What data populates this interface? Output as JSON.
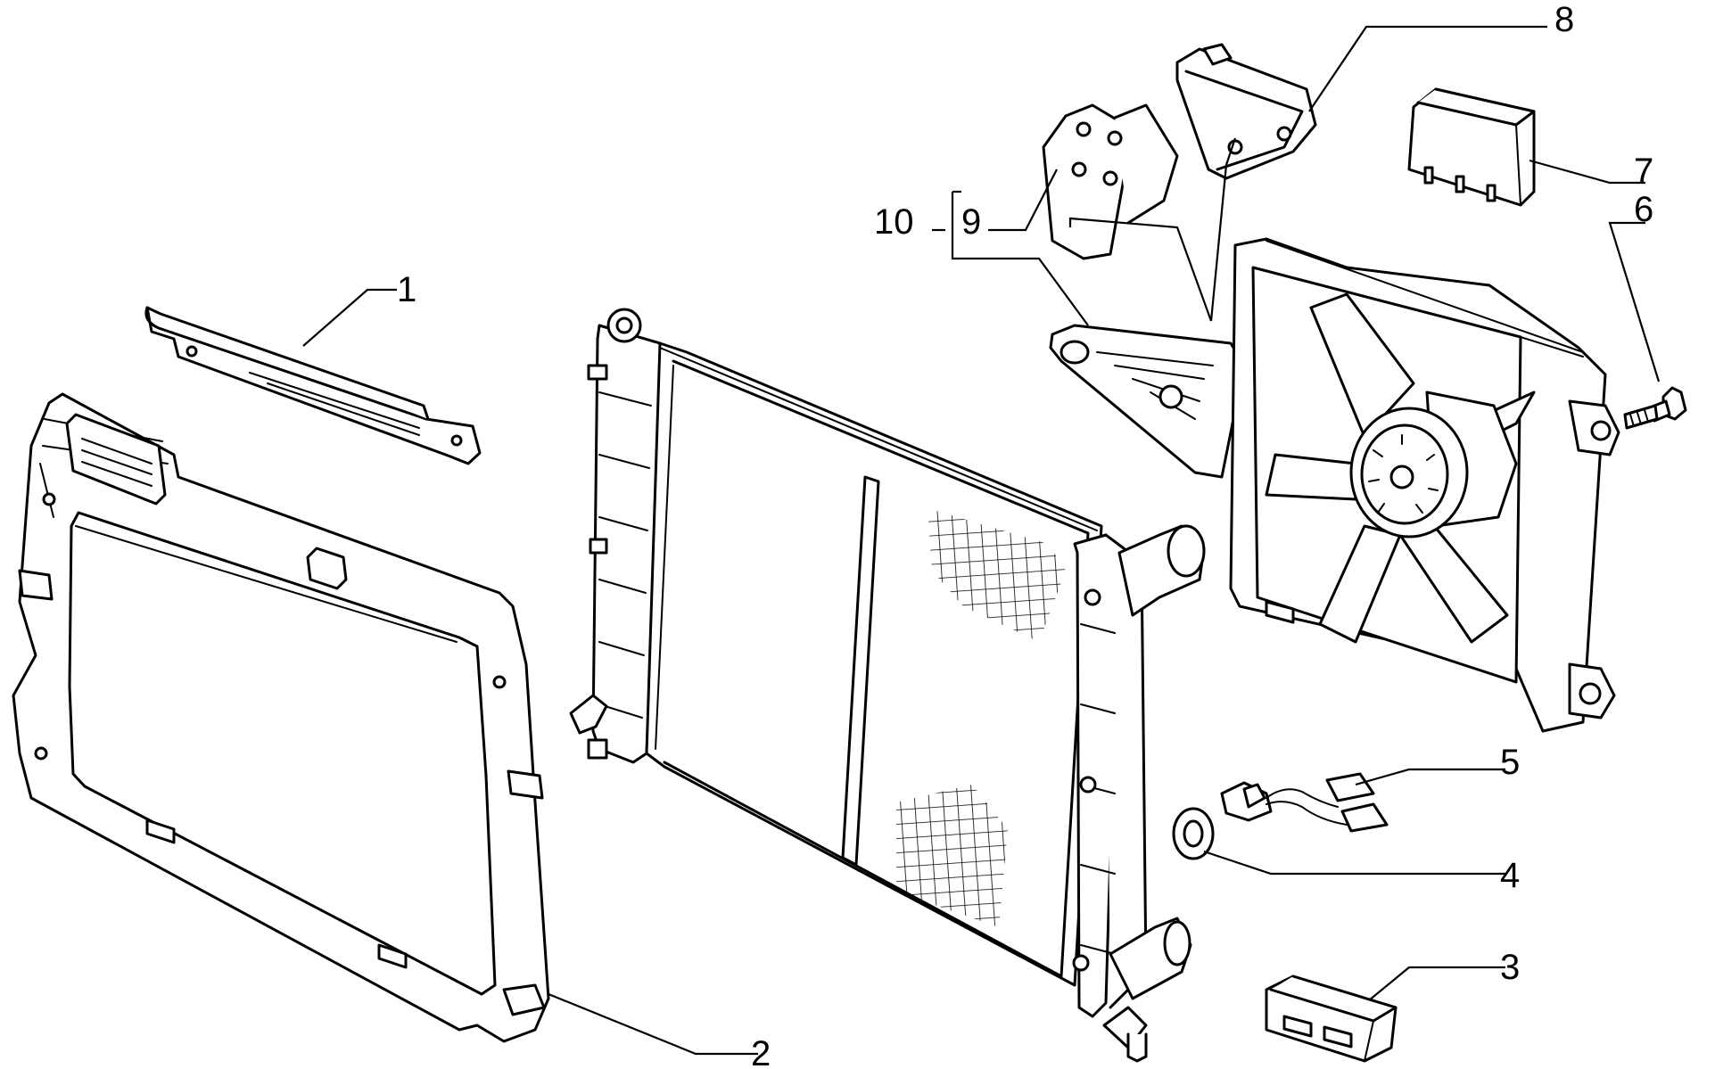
{
  "diagram": {
    "style": {
      "line_color": "#000000",
      "background": "#ffffff"
    },
    "callouts": [
      {
        "id": "1",
        "label": "1"
      },
      {
        "id": "2",
        "label": "2"
      },
      {
        "id": "3",
        "label": "3"
      },
      {
        "id": "4",
        "label": "4"
      },
      {
        "id": "5",
        "label": "5"
      },
      {
        "id": "6",
        "label": "6"
      },
      {
        "id": "7",
        "label": "7"
      },
      {
        "id": "8",
        "label": "8"
      },
      {
        "id": "9",
        "label": "9"
      },
      {
        "id": "10",
        "label": "10"
      }
    ]
  }
}
